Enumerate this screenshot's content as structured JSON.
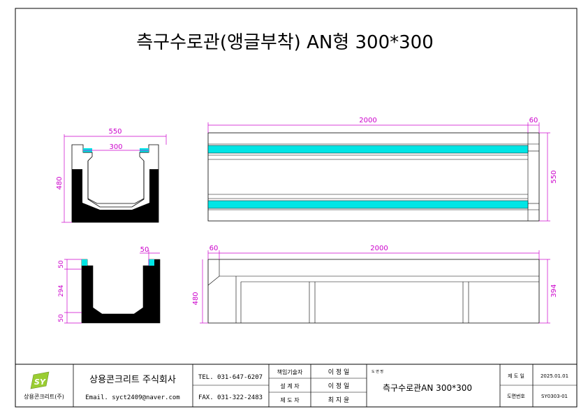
{
  "drawing": {
    "title": "측구수로관(앵글부착) AN형 300*300",
    "top_section": {
      "dim_width": "550",
      "dim_inner": "300",
      "dim_height": "480"
    },
    "top_plan": {
      "dim_length": "2000",
      "dim_end": "60",
      "dim_width": "550"
    },
    "bottom_section": {
      "dim_angle": "50",
      "dim_top": "50",
      "dim_middle": "294",
      "dim_bottom": "50"
    },
    "side_view": {
      "dim_end": "60",
      "dim_length": "2000",
      "dim_total_height": "480",
      "dim_body_height": "394"
    }
  },
  "title_block": {
    "logo_mark": "SY",
    "logo_caption": "상용콘크리트(주)",
    "company_name": "상용콘크리트 주식회사",
    "email": "Email. syct2409@naver.com",
    "tel": "TEL. 031-647-6207",
    "fax": "FAX. 031-322-2483",
    "role_1": "책임기술자",
    "role_2": "설 계 자",
    "role_3": "제 도 자",
    "name_1": "이 정 일",
    "name_2": "이 정 일",
    "name_3": "최 지 윤",
    "drawing_name_label": "도 면 명",
    "drawing_name": "측구수로관AN 300*300",
    "date_label": "제 도 일",
    "date": "2025.01.01",
    "number_label": "도면번호",
    "number": "SY0303-01"
  },
  "colors": {
    "dimension": "#cc00cc",
    "angle_fill": "#00e5e5",
    "solid_fill": "#000000",
    "line": "#000000"
  }
}
